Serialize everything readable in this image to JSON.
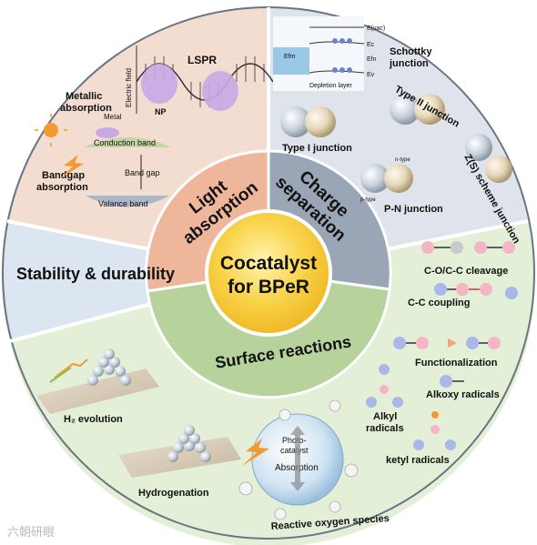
{
  "center": {
    "line1": "Cocatalyst",
    "line2": "for BPeR"
  },
  "sectors": {
    "light": {
      "line1": "Light",
      "line2": "absorption"
    },
    "charge": {
      "line1": "Charge",
      "line2": "separation"
    },
    "surface": "Surface reactions",
    "stability": "Stability & durability"
  },
  "light_panel": {
    "lspr": "LSPR",
    "efield": "Electric field",
    "np": "NP",
    "metallic1": "Metallic",
    "metallic2": "absorption",
    "metal": "Metal",
    "conduction": "Conduction band",
    "bandgap": "Band gap",
    "valance": "Valance band",
    "bandgap_abs1": "Bandgap",
    "bandgap_abs2": "absorption"
  },
  "charge_panel": {
    "evac": "E(vac)",
    "ec": "Ec",
    "efm": "Efm",
    "efn": "Efn",
    "ev": "Ev",
    "depletion": "Depletion layer",
    "schottky1": "Schottky",
    "schottky2": "junction",
    "type2": "Type II junction",
    "type1": "Type I junction",
    "zscheme": "Z(S) scheme junction",
    "ntype": "n-type",
    "ptype": "p-type",
    "pn": "P-N junction"
  },
  "surface_panel": {
    "co_cleave": "C-O/C-C cleavage",
    "cc_coupling": "C-C coupling",
    "functionalization": "Functionalization",
    "alkoxy": "Alkoxy radicals",
    "alkyl1": "Alkyl",
    "alkyl2": "radicals",
    "ketyl": "ketyl radicals",
    "ros": "Reactive oxygen species",
    "photocatalyst1": "Photo-",
    "photocatalyst2": "catalyst",
    "absorption": "Absorption"
  },
  "stability_panel": {
    "h2": "H₂ evolution",
    "hydrogenation": "Hydrogenation"
  },
  "watermark": "六朝研眼",
  "colors": {
    "light_bg": "#f3ddd0",
    "charge_bg": "#dfe3eb",
    "surface_bg": "#e3efd6",
    "stability_bg": "#dbe6f0",
    "center": "#f7c936",
    "inner_light": "#eeb79b",
    "inner_charge": "#9aa5b6",
    "inner_surface": "#b7d39b"
  }
}
